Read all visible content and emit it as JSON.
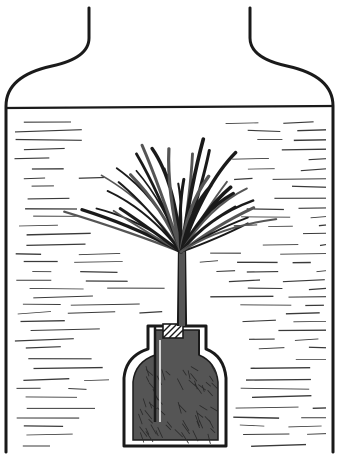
{
  "figure": {
    "labels": [],
    "colors": {
      "ink": "#1a1a1a",
      "ink_soft": "#3a3a3a",
      "colored_liquid": "#555555",
      "paper": "#ffffff"
    },
    "elements": [
      "outer-jar",
      "water-level-line",
      "water-hatching",
      "inner-bottle",
      "bottle-stopper",
      "bottle-tube",
      "colored-liquid",
      "plume"
    ]
  }
}
